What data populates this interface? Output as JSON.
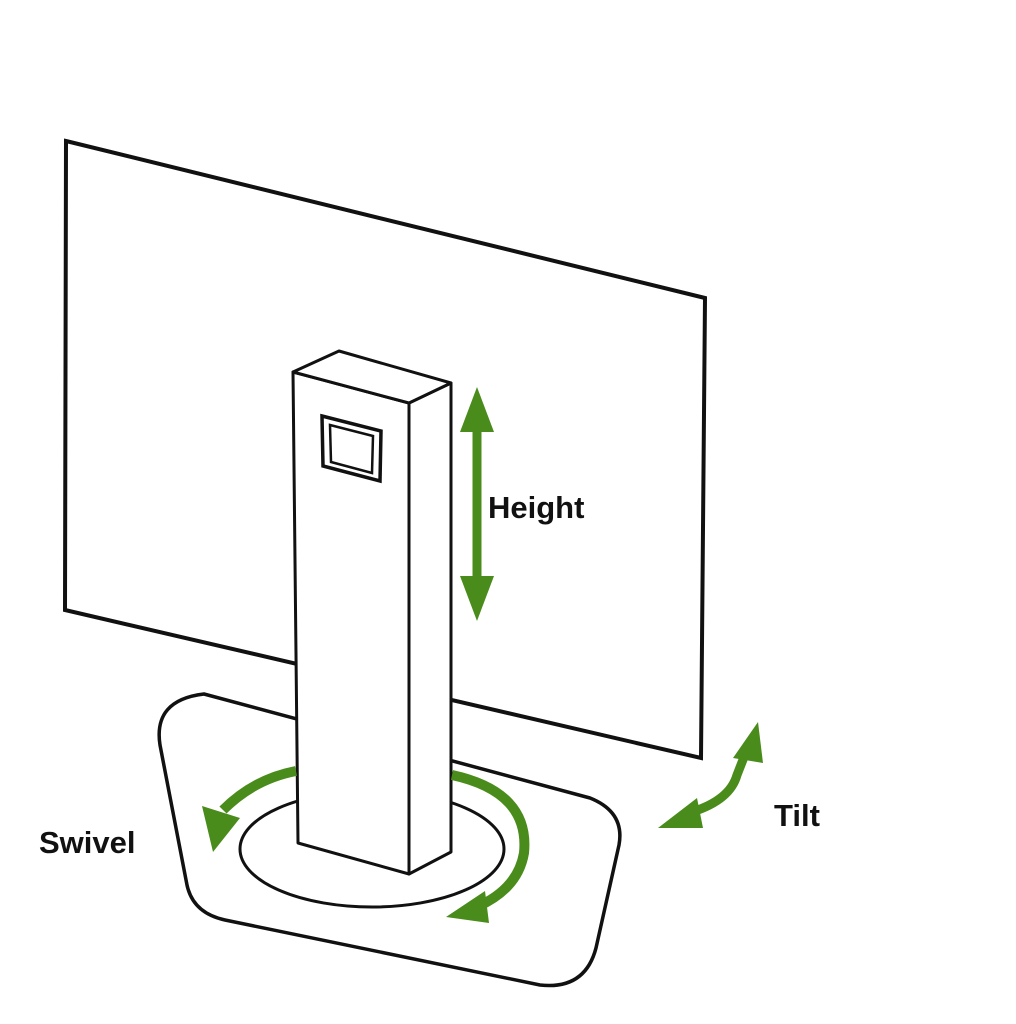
{
  "labels": {
    "height": "Height",
    "swivel": "Swivel",
    "tilt": "Tilt"
  },
  "colors": {
    "outline": "#111111",
    "arrow": "#4a8c1c",
    "fill": "#ffffff"
  }
}
